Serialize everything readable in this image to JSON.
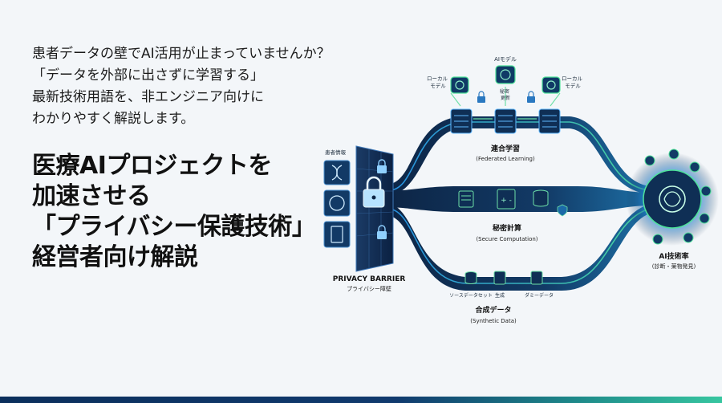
{
  "intro": {
    "lines": [
      "患者データの壁でAI活用が止まっていませんか？",
      "「データを外部に出さずに学習する」",
      "最新技術用語を、非エンジニア向けに",
      "わかりやすく解説します。"
    ]
  },
  "headline": {
    "lines": [
      "医療AIプロジェクトを",
      "加速させる",
      "「プライバシー保護技術」",
      "経営者向け解説"
    ]
  },
  "diagram": {
    "source_label": "患者情報",
    "barrier_label": "PRIVACY BARRIER",
    "barrier_sublabel": "プライバシー障壁",
    "federated": {
      "model_top": "AIモデル",
      "local_left": "ローカル\nモデル",
      "local_right": "ローカル\nモデル",
      "secret_update": "秘密\n更新",
      "title": "連合学習",
      "subtitle": "(Federated Learning)"
    },
    "secure": {
      "title": "秘密計算",
      "subtitle": "(Secure Computation)"
    },
    "synthetic": {
      "step1": "ソースデータセット",
      "step2": "生成",
      "step3": "ダミーデータ",
      "title": "合成データ",
      "subtitle": "(Synthetic Data)"
    },
    "target": {
      "title": "AI技術率",
      "subtitle": "(診断・薬物発見)"
    }
  },
  "colors": {
    "accent": "#1f8bd8",
    "accent_green": "#3bd68f",
    "dark_navy": "#0d2545",
    "text": "#111111"
  }
}
